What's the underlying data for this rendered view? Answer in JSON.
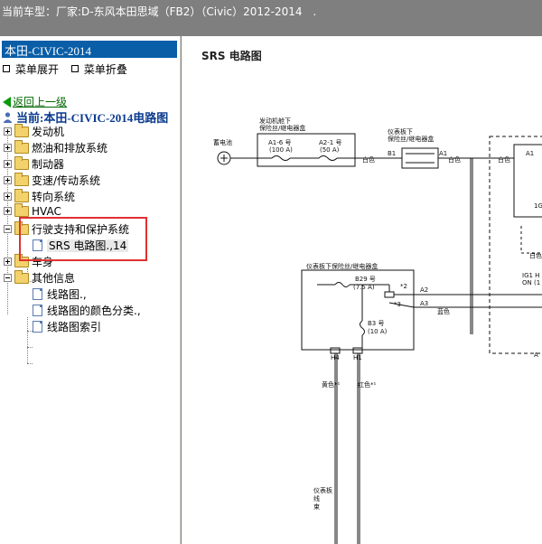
{
  "header": {
    "vehicle_label": "当前车型：",
    "vehicle_value": "厂家:D-东风本田思域（FB2）（Civic）2012-2014",
    "dot": "."
  },
  "sidebar": {
    "title": "本田-CIVIC-2014",
    "expand_label": "菜单展开",
    "collapse_label": "菜单折叠",
    "back_label": "返回上一级",
    "current_label": "当前:本田-CIVIC-2014电路图",
    "tree": [
      {
        "label": "发动机",
        "state": "collapsed"
      },
      {
        "label": "燃油和排放系统",
        "state": "collapsed"
      },
      {
        "label": "制动器",
        "state": "collapsed"
      },
      {
        "label": "变速/传动系统",
        "state": "collapsed"
      },
      {
        "label": "转向系统",
        "state": "collapsed"
      },
      {
        "label": "HVAC",
        "state": "collapsed"
      },
      {
        "label": "行驶支持和保护系统",
        "state": "expanded",
        "children": [
          {
            "label": "SRS 电路图.,14",
            "selected": true
          }
        ]
      },
      {
        "label": "车身",
        "state": "collapsed"
      },
      {
        "label": "其他信息",
        "state": "expanded",
        "children": [
          {
            "label": "线路图.,"
          },
          {
            "label": "线路图的颜色分类.,"
          },
          {
            "label": "线路图索引"
          }
        ]
      }
    ]
  },
  "diagram": {
    "title": "SRS 电路图",
    "battery": "蓄电池",
    "box1_title_1": "发动机舱下",
    "box1_title_2": "保险丝/继电器盒",
    "fuse_a1_6": "A1-6 号",
    "fuse_a1_6_amp": "(100 A)",
    "fuse_a2_1": "A2-1 号",
    "fuse_a2_1_amp": "(50 A)",
    "wire_white": "白色",
    "box2_title_1": "仪表板下",
    "box2_title_2": "保险丝/继电器盒",
    "conn_b1": "B1",
    "conn_a1": "A1",
    "box3_title": "仪表板下保险丝/继电器盒",
    "fuse_b29": "B29 号",
    "fuse_b29_amp": "(7.5 A)",
    "fuse_b3": "B3 号",
    "fuse_b3_amp": "(10 A)",
    "star2": "*2",
    "star3": "*3",
    "conn_a2": "A2",
    "conn_a3": "A3",
    "wire_blue": "蓝色",
    "conn_h4": "H4",
    "conn_h1": "H1",
    "wire_yellow": "黄色*¹",
    "wire_red": "红色*¹",
    "harness_1": "仪表板",
    "harness_2": "线",
    "harness_3": "束",
    "right_a1": "A1",
    "right_ig": "1G",
    "right_white": "白色",
    "right_ig1": "IG1 H",
    "right_on": "ON (1",
    "right_a": "A"
  }
}
